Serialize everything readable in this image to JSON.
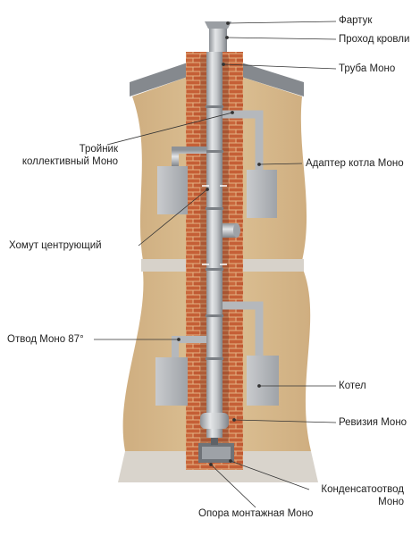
{
  "labels": {
    "fartuk": "Фартук",
    "prokhod_krovli": "Проход кровли",
    "truba_mono": "Труба Моно",
    "troynik_line1": "Тройник",
    "troynik_line2": "коллективный Моно",
    "adapter_kotla": "Адаптер котла Моно",
    "khomut": "Хомут центрующий",
    "otvod": "Отвод Моно 87°",
    "kotel": "Котел",
    "reviziya": "Ревизия Моно",
    "kondensat_line1": "Конденсатоотвод",
    "kondensat_line2": "Моно",
    "opora": "Опора монтажная Моно"
  },
  "colors": {
    "brick": "#c8643a",
    "mortar": "#e8b98a",
    "wall": "#d8b98c",
    "wall_shadow": "#b89a70",
    "floor": "#d9d4cc",
    "roof": "#8a8d92",
    "pipe": "#b9bcc0",
    "boiler": "#b3b6ba",
    "leader": "#3a3a3a"
  }
}
